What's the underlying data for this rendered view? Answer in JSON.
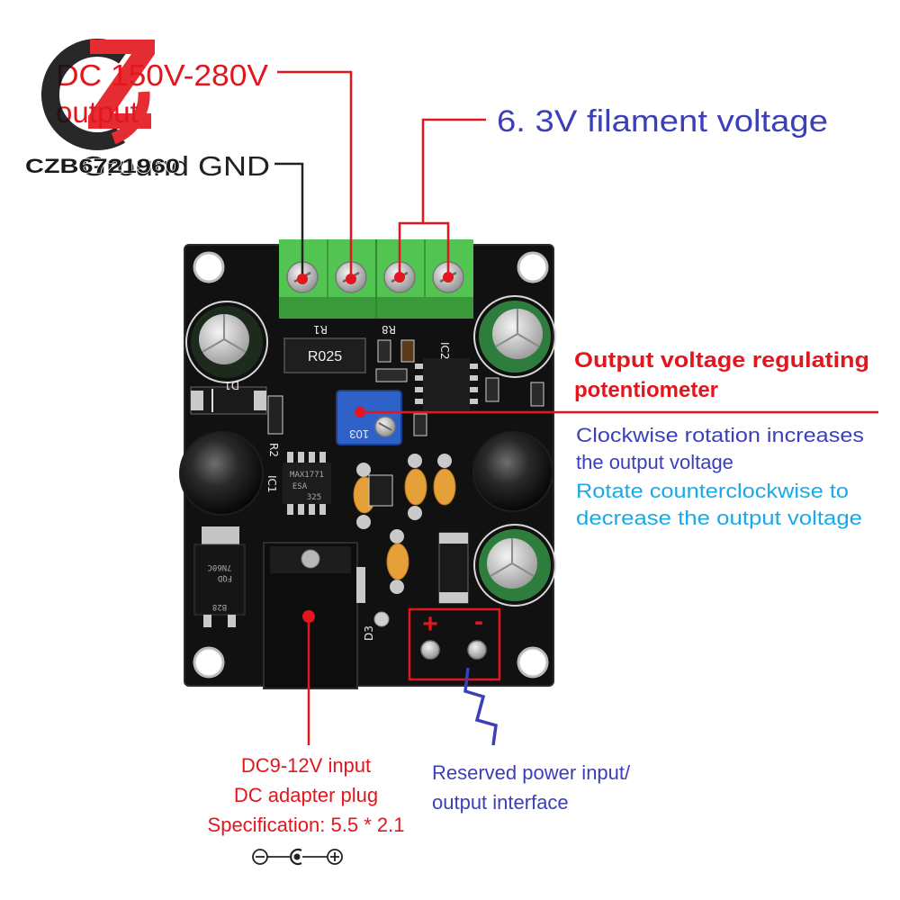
{
  "logo": {
    "watermark": "CZB6721960"
  },
  "callouts": {
    "hv_output": {
      "line1": "DC 150V-280V",
      "line2": "output"
    },
    "ground": "Ground GND",
    "filament": "6. 3V filament voltage",
    "potentiometer": {
      "title_line1": "Output voltage regulating",
      "title_line2": "potentiometer",
      "clockwise_line1": "Clockwise rotation increases",
      "clockwise_line2": "the output voltage",
      "counterclockwise_line1": "Rotate counterclockwise to",
      "counterclockwise_line2": "decrease the output voltage"
    },
    "dc_input": {
      "line1": "DC9-12V input",
      "line2": "DC adapter plug",
      "line3": "Specification: 5.5 * 2.1",
      "icon": "center-negative-polarity-icon"
    },
    "reserved_port": {
      "line1": "Reserved power input/",
      "line2": "output interface",
      "plus": "+",
      "minus": "-"
    }
  },
  "board": {
    "resistor_marking": "R025",
    "controller_marking": [
      "MAX1771",
      "ESA",
      "325"
    ],
    "mosfet_marking": [
      "FQD",
      "7N60C",
      "B28"
    ],
    "potentiometer_marking": "103",
    "silkscreen": {
      "d1": "D1",
      "d3": "D3",
      "ic1": "IC1",
      "ic2": "IC2",
      "r1": "R1",
      "r2": "R2",
      "r8": "R8"
    }
  },
  "colors": {
    "red": "#e3161e",
    "blue": "#3b3fb8",
    "cyan": "#1aa9e6",
    "dark": "#222222",
    "pcb": "#111111",
    "terminal_green": "#52c452",
    "pot_blue": "#2f62c8"
  }
}
